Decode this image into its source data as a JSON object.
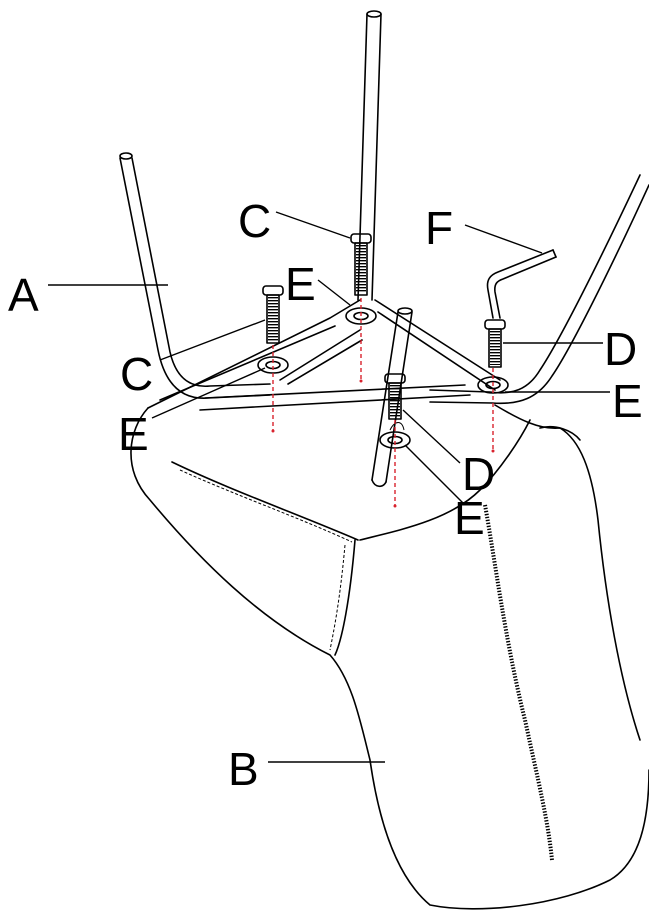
{
  "figure": {
    "type": "assembly-instruction",
    "callouts": {
      "leg_frame": "A",
      "seat_shell": "B",
      "bolt_c": "C",
      "bolt_d": "D",
      "washer": "E",
      "allen_key": "F"
    },
    "colors": {
      "line": "#000000",
      "guide": "#d9232e",
      "background": "#ffffff"
    }
  }
}
